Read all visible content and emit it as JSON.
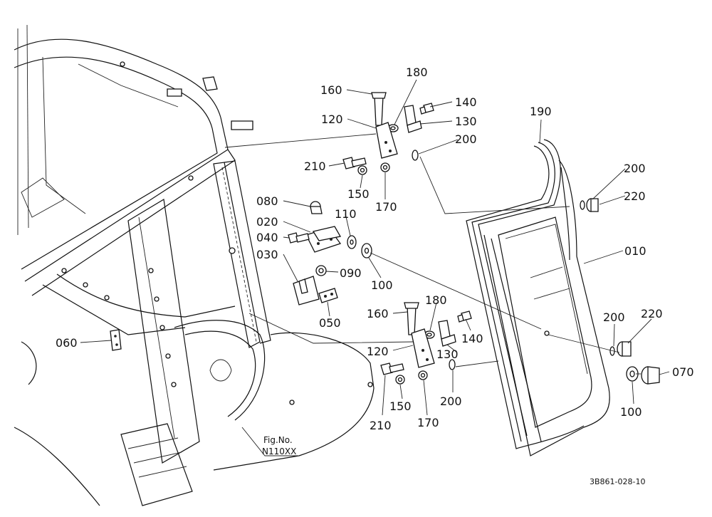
{
  "callouts": [
    {
      "id": "c160a",
      "text": "160"
    },
    {
      "id": "c180a",
      "text": "180"
    },
    {
      "id": "c140a",
      "text": "140"
    },
    {
      "id": "c120a",
      "text": "120"
    },
    {
      "id": "c130a",
      "text": "130"
    },
    {
      "id": "c200a",
      "text": "200"
    },
    {
      "id": "c190",
      "text": "190"
    },
    {
      "id": "c210a",
      "text": "210"
    },
    {
      "id": "c150a",
      "text": "150"
    },
    {
      "id": "c170a",
      "text": "170"
    },
    {
      "id": "c200b",
      "text": "200"
    },
    {
      "id": "c220a",
      "text": "220"
    },
    {
      "id": "c080",
      "text": "080"
    },
    {
      "id": "c020",
      "text": "020"
    },
    {
      "id": "c110",
      "text": "110"
    },
    {
      "id": "c040",
      "text": "040"
    },
    {
      "id": "c010",
      "text": "010"
    },
    {
      "id": "c030",
      "text": "030"
    },
    {
      "id": "c090",
      "text": "090"
    },
    {
      "id": "c100a",
      "text": "100"
    },
    {
      "id": "c050",
      "text": "050"
    },
    {
      "id": "c160b",
      "text": "160"
    },
    {
      "id": "c180b",
      "text": "180"
    },
    {
      "id": "c200c",
      "text": "200"
    },
    {
      "id": "c220b",
      "text": "220"
    },
    {
      "id": "c060",
      "text": "060"
    },
    {
      "id": "c140b",
      "text": "140"
    },
    {
      "id": "c120b",
      "text": "120"
    },
    {
      "id": "c130b",
      "text": "130"
    },
    {
      "id": "c070",
      "text": "070"
    },
    {
      "id": "c210b",
      "text": "210"
    },
    {
      "id": "c150b",
      "text": "150"
    },
    {
      "id": "c200d",
      "text": "200"
    },
    {
      "id": "c170b",
      "text": "170"
    },
    {
      "id": "c100b",
      "text": "100"
    }
  ],
  "fig_label": "Fig.No.",
  "fig_number": "N110XX",
  "drawing_ref": "3B861-028-10"
}
